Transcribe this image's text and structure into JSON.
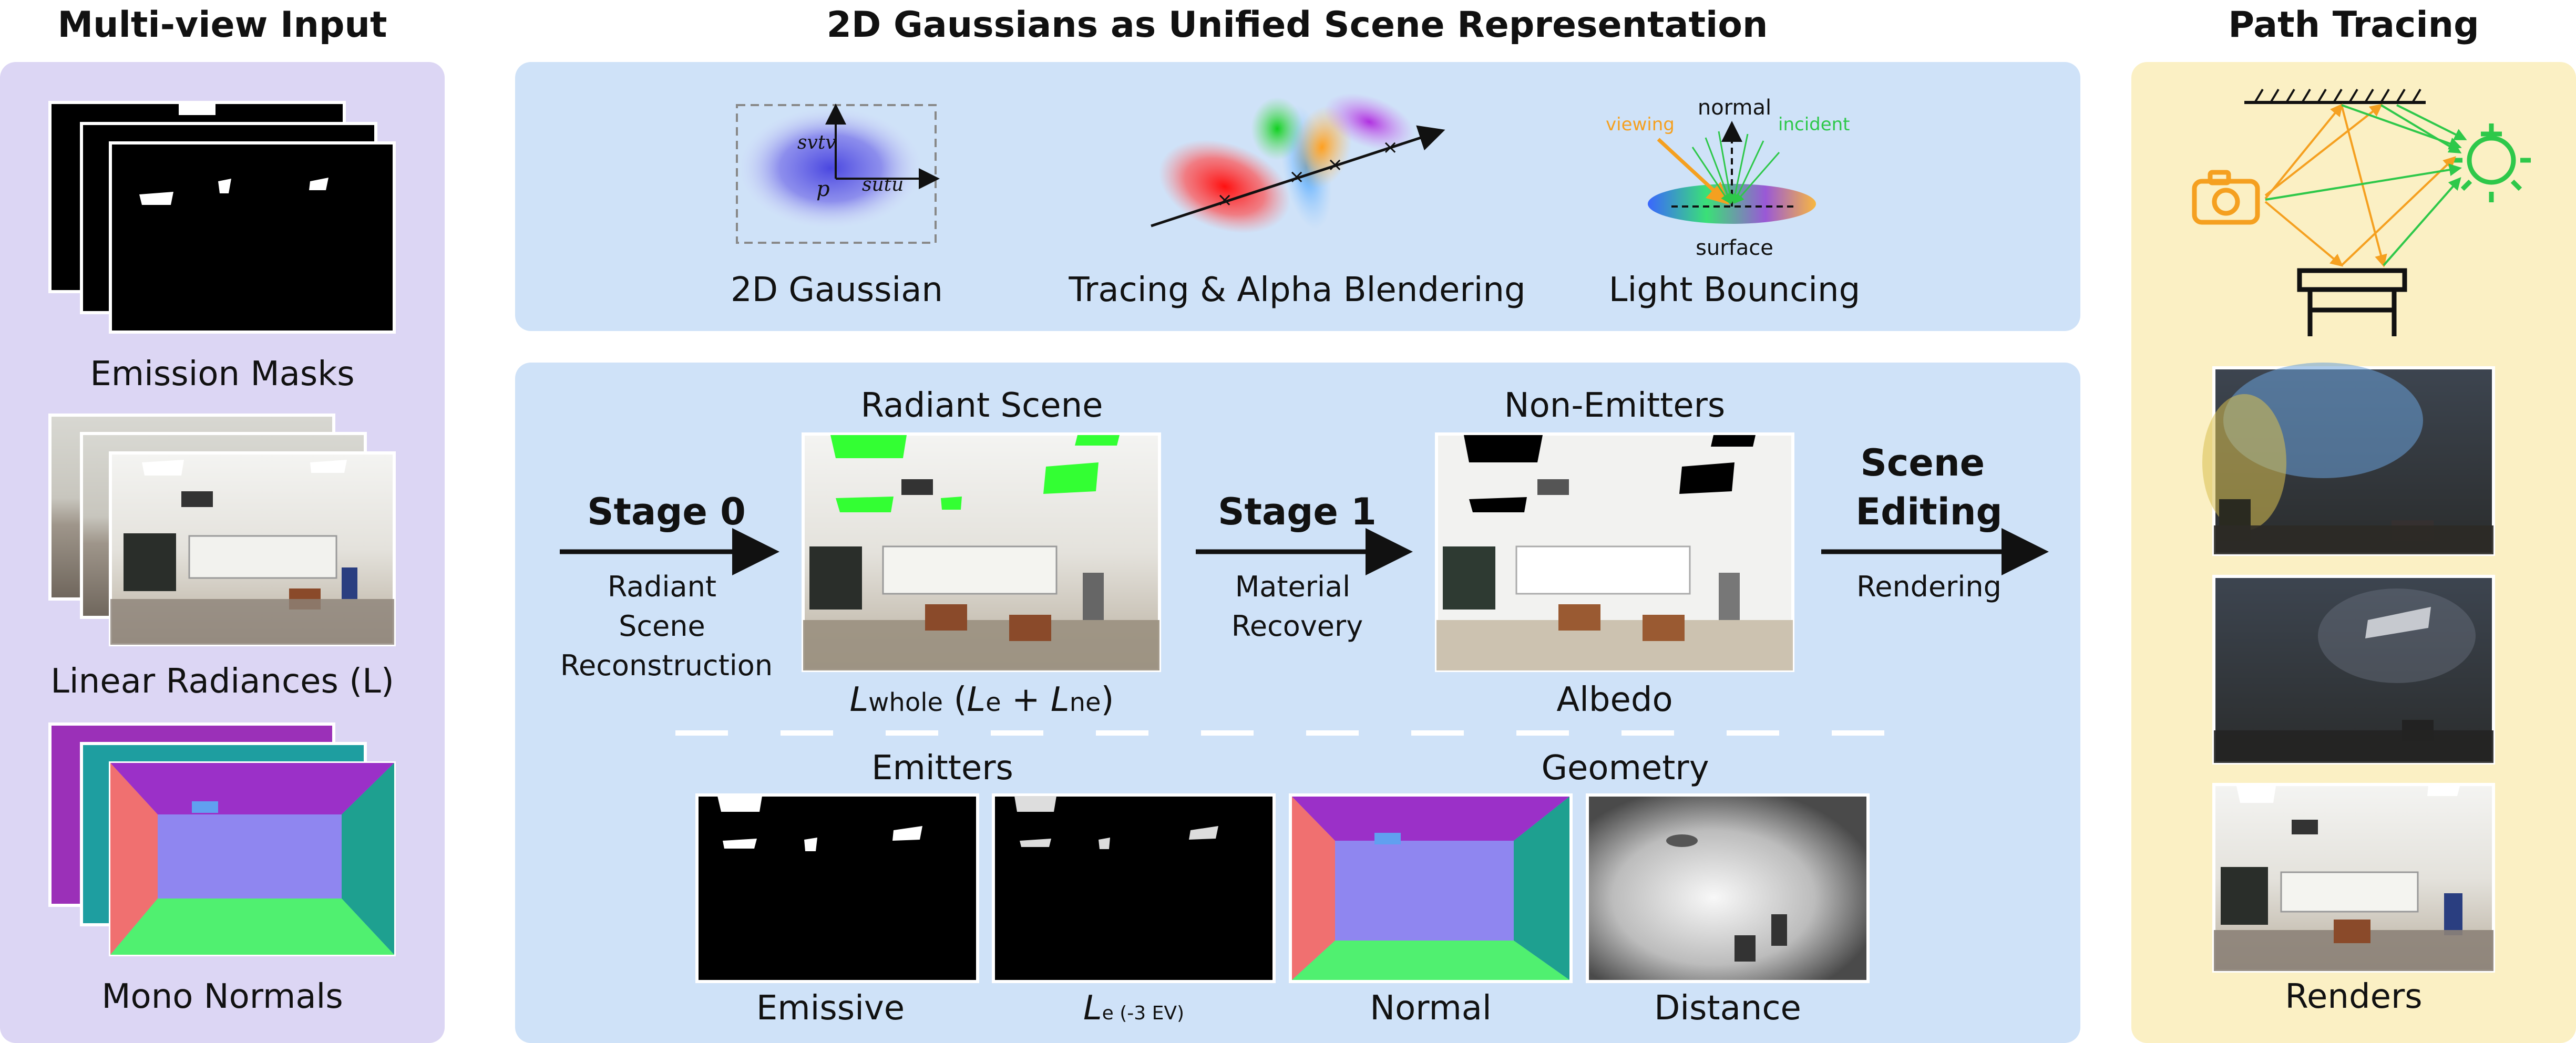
{
  "sections": {
    "left_title": "Multi-view Input",
    "middle_title": "2D Gaussians as Unified Scene Representation",
    "right_title": "Path Tracing"
  },
  "inputs": {
    "emission_masks": "Emission Masks",
    "linear_radiances": "Linear Radiances (L)",
    "mono_normals": "Mono Normals"
  },
  "representation": {
    "gaussian_label": "2D Gaussian",
    "tracing_label": "Tracing & Alpha Blendering",
    "bouncing_label": "Light Bouncing",
    "axis_v": "svtv",
    "axis_u": "sutu",
    "point_p": "p",
    "normal": "normal",
    "viewing": "viewing",
    "incident": "incident",
    "surface": "surface"
  },
  "pipeline": {
    "radiant_scene": "Radiant Scene",
    "non_emitters": "Non-Emitters",
    "stage0": "Stage 0",
    "stage0_desc": [
      "Radiant",
      "Scene",
      "Reconstruction"
    ],
    "stage1": "Stage 1",
    "stage1_desc": [
      "Material",
      "Recovery"
    ],
    "scene_editing": [
      "Scene",
      "Editing"
    ],
    "rendering": "Rendering",
    "l_main": "L",
    "l_sub_whole": "whole",
    "l_paren_open": " (",
    "l_e": "L",
    "l_e_sub": "e",
    "plus": " + ",
    "l_ne": "L",
    "l_ne_sub": "ne",
    "paren_close": ")",
    "albedo": "Albedo",
    "emitters": "Emitters",
    "geometry": "Geometry",
    "emissive": "Emissive",
    "le_main": "L",
    "le_sub": "e (-3 EV)",
    "normal": "Normal",
    "distance": "Distance"
  },
  "path_tracing": {
    "renders": "Renders"
  },
  "colors": {
    "left_panel": "#dcd6f4",
    "middle_panel": "#cfe2f8",
    "right_panel": "#fbf0c4",
    "emitter_green": "#33ff33",
    "light_orange": "#f5a020",
    "light_green": "#2ec84a"
  }
}
